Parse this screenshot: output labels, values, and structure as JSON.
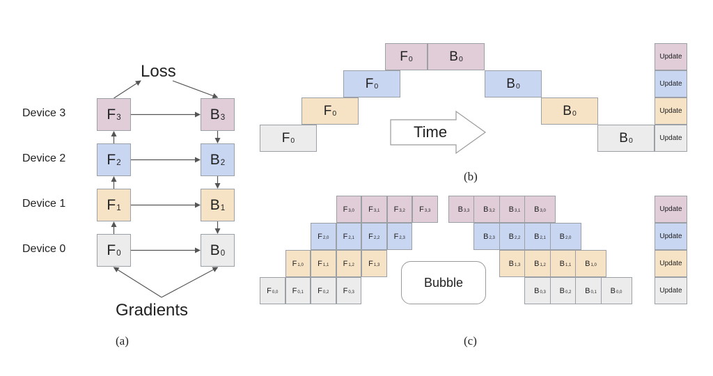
{
  "panel_a": {
    "devices": [
      "Device 3",
      "Device 2",
      "Device 1",
      "Device 0"
    ],
    "forward": [
      {
        "label": "F",
        "sub": "3",
        "color": "d3"
      },
      {
        "label": "F",
        "sub": "2",
        "color": "d2"
      },
      {
        "label": "F",
        "sub": "1",
        "color": "d1"
      },
      {
        "label": "F",
        "sub": "0",
        "color": "d0"
      }
    ],
    "backward": [
      {
        "label": "B",
        "sub": "3",
        "color": "d3"
      },
      {
        "label": "B",
        "sub": "2",
        "color": "d2"
      },
      {
        "label": "B",
        "sub": "1",
        "color": "d1"
      },
      {
        "label": "B",
        "sub": "0",
        "color": "d0"
      }
    ],
    "top_label": "Loss",
    "bottom_label": "Gradients",
    "caption": "(a)"
  },
  "panel_b": {
    "rows": [
      {
        "color": "d3",
        "cells": [
          {
            "col": 3,
            "label": "F",
            "sub": "0"
          },
          {
            "col": 4,
            "label": "B",
            "sub": "0"
          }
        ]
      },
      {
        "color": "d2",
        "cells": [
          {
            "col": 2,
            "label": "F",
            "sub": "0"
          },
          {
            "col": 5,
            "label": "B",
            "sub": "0"
          }
        ]
      },
      {
        "color": "d1",
        "cells": [
          {
            "col": 1,
            "label": "F",
            "sub": "0"
          },
          {
            "col": 6,
            "label": "B",
            "sub": "0"
          }
        ]
      },
      {
        "color": "d0",
        "cells": [
          {
            "col": 0,
            "label": "F",
            "sub": "0"
          },
          {
            "col": 7,
            "label": "B",
            "sub": "0"
          }
        ]
      }
    ],
    "time_label": "Time",
    "update_label": "Update",
    "caption": "(b)"
  },
  "panel_c": {
    "rows": [
      {
        "color": "d3",
        "cells": [
          {
            "col": 3,
            "label": "F",
            "sub": "3,0"
          },
          {
            "col": 4,
            "label": "F",
            "sub": "3,1"
          },
          {
            "col": 5,
            "label": "F",
            "sub": "3,2"
          },
          {
            "col": 6,
            "label": "F",
            "sub": "3,3"
          },
          {
            "col": 7,
            "label": "B",
            "sub": "3,3"
          },
          {
            "col": 8,
            "label": "B",
            "sub": "3,2"
          },
          {
            "col": 9,
            "label": "B",
            "sub": "3,1"
          },
          {
            "col": 10,
            "label": "B",
            "sub": "3,0"
          }
        ]
      },
      {
        "color": "d2",
        "cells": [
          {
            "col": 2,
            "label": "F",
            "sub": "2,0"
          },
          {
            "col": 3,
            "label": "F",
            "sub": "2,1"
          },
          {
            "col": 4,
            "label": "F",
            "sub": "2,2"
          },
          {
            "col": 5,
            "label": "F",
            "sub": "2,3"
          },
          {
            "col": 8,
            "label": "B",
            "sub": "2,3"
          },
          {
            "col": 9,
            "label": "B",
            "sub": "2,2"
          },
          {
            "col": 10,
            "label": "B",
            "sub": "2,1"
          },
          {
            "col": 11,
            "label": "B",
            "sub": "2,0"
          }
        ]
      },
      {
        "color": "d1",
        "cells": [
          {
            "col": 1,
            "label": "F",
            "sub": "1,0"
          },
          {
            "col": 2,
            "label": "F",
            "sub": "1,1"
          },
          {
            "col": 3,
            "label": "F",
            "sub": "1,2"
          },
          {
            "col": 4,
            "label": "F",
            "sub": "1,3"
          },
          {
            "col": 9,
            "label": "B",
            "sub": "1,3"
          },
          {
            "col": 10,
            "label": "B",
            "sub": "1,2"
          },
          {
            "col": 11,
            "label": "B",
            "sub": "1,1"
          },
          {
            "col": 12,
            "label": "B",
            "sub": "1,0"
          }
        ]
      },
      {
        "color": "d0",
        "cells": [
          {
            "col": 0,
            "label": "F",
            "sub": "0,0"
          },
          {
            "col": 1,
            "label": "F",
            "sub": "0,1"
          },
          {
            "col": 2,
            "label": "F",
            "sub": "0,2"
          },
          {
            "col": 3,
            "label": "F",
            "sub": "0,3"
          },
          {
            "col": 10,
            "label": "B",
            "sub": "0,3"
          },
          {
            "col": 11,
            "label": "B",
            "sub": "0,2"
          },
          {
            "col": 12,
            "label": "B",
            "sub": "0,1"
          },
          {
            "col": 13,
            "label": "B",
            "sub": "0,0"
          }
        ]
      }
    ],
    "bubble_label": "Bubble",
    "update_label": "Update",
    "caption": "(c)"
  },
  "colors": {
    "d3": "#e0cdd8",
    "d2": "#c9d6f2",
    "d1": "#f6e3c6",
    "d0": "#ececec",
    "border": "#9aa0a6",
    "arrow": "#555555"
  }
}
